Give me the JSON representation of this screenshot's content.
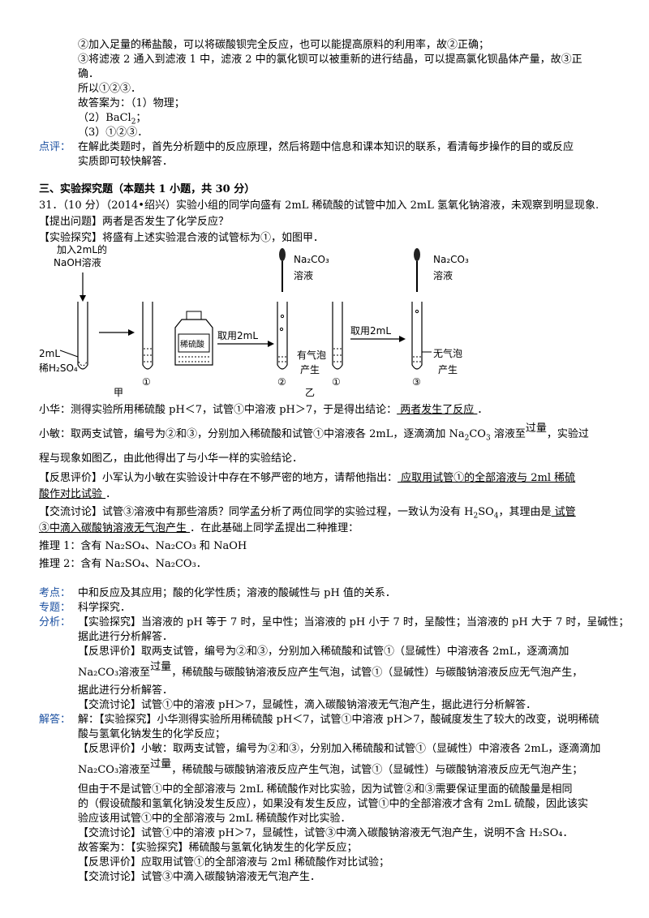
{
  "top": {
    "l1": "②加入足量的稀盐酸，可以将碳酸钡完全反应，也可以能提高原料的利用率，故②正确；",
    "l2": "③将滤液 2 通入到滤液 1 中，滤液 2 中的氯化钡可以被重新的进行结晶，可以提高氯化钡晶体产量，故③正",
    "l3": "确．",
    "l4": "所以①②③．",
    "l5": "故答案为：（1）物理；",
    "l6a": "（2）BaCl",
    "l6b": "2",
    "l6c": "；",
    "l7": "（3）①②③．",
    "review_label": "点评：",
    "review1": "在解此类题时，首先分析题中的反应原理，然后将题中信息和课本知识的联系，看清每步操作的目的或反应",
    "review2": "实质即可较快解答．"
  },
  "section": {
    "title": "三、实验探究题（本题共 1 小题，共 30 分）"
  },
  "q": {
    "l1": "31．（10 分）（2014•绍兴）实验小组的同学向盛有 2mL 稀硫酸的试管中加入 2mL 氢氧化钠溶液，未观察到明显现象.",
    "l2": "【提出问题】两者是否发生了化学反应？",
    "l3": "【实验探究】将盛有上述实验混合液的试管标为①，如图甲．",
    "xh_pre": "小华：测得实验所用稀硫酸 pH＜7，试管①中溶液 pH＞7，于是得出结论：",
    "xh_ans": "  两者发生了反应  ",
    "xh_post": "．",
    "xm_a": "小敏：取两支试管，编号为②和③，分别加入稀硫酸和试管①中溶液各 2mL，逐滴滴加 Na",
    "xm_b": "2",
    "xm_c": "CO",
    "xm_d": "3",
    "xm_e": " 溶液至",
    "xm_guo": "过",
    "xm_liang": "量",
    "xm_f": "，实验过",
    "xm2": "程与现象如图乙，由此他得出了与小华一样的实验结论．",
    "fs_pre": "【反思评价】小军认为小敏在实验设计中存在不够严密的地方，请帮他指出：",
    "fs_ans1": "  应取用试管①的全部溶液与 2ml 稀硫",
    "fs_ans2": "酸作对比试验  ",
    "fs_post": "．",
    "jl_pre": "【交流讨论】试管③溶液中有那些溶质？同学孟分析了两位同学的实验过程，一致认为没有 H",
    "jl_sub": "2",
    "jl_mid": "SO",
    "jl_sub2": "4",
    "jl_post": "，其理由是",
    "jl_ans1": "  试管",
    "jl_ans2": "③中滴入碳酸钠溶液无气泡产生  ",
    "jl_post2": "．在此基础上同学孟提出二种推理：",
    "tl1": "推理 1：含有 Na₂SO₄、Na₂CO₃ 和 NaOH",
    "tl2": "推理 2：含有 Na₂SO₄、Na₂CO₃．"
  },
  "figure": {
    "add_label1": "加入2mL的",
    "add_label2": "NaOH溶液",
    "tube_left1": "2mL",
    "tube_left2": "稀H₂SO₄",
    "circ1": "①",
    "bottle_label": "稀硫酸",
    "take1": "取用2mL",
    "na2co3_a": "Na₂CO₃",
    "na2co3_b": "溶液",
    "circ2": "②",
    "has_bubble1": "有气泡",
    "has_bubble2": "产生",
    "circ1b": "①",
    "take2": "取用2mL",
    "na2co3_c": "Na₂CO₃",
    "na2co3_d": "溶液",
    "circ3": "③",
    "no_bubble1": "无气泡",
    "no_bubble2": "产生",
    "jia": "甲",
    "yi": "乙"
  },
  "analysis": {
    "kd_label": "考点：",
    "kd": "中和反应及其应用；酸的化学性质；溶液的酸碱性与 pH 值的关系．",
    "zt_label": "专题：",
    "zt": "科学探究．",
    "fx_label": "分析：",
    "fx1": "【实验探究】当溶液的 pH 等于 7 时，呈中性；当溶液的 pH 小于 7 时，呈酸性；当溶液的 pH 大于 7 时，呈碱性；",
    "fx2": "据此进行分析解答．",
    "fx3": "【反思评价】取两支试管，编号为②和③，分别加入稀硫酸和试管①（显碱性）中溶液各 2mL，逐滴滴加",
    "fx4a": "Na₂CO₃溶液至",
    "fx4guo": "过",
    "fx4liang": "量",
    "fx4b": "，稀硫酸与碳酸钠溶液反应产生气泡，试管①（显碱性）与碳酸钠溶液反应无气泡产生，",
    "fx5": "据此进行分析解答．",
    "fx6": "【交流讨论】试管①中的溶液 pH＞7，显碱性，滴入碳酸钠溶液无气泡产生，据此进行分析解答．",
    "jd_label": "解答：",
    "jd1": "解：【实验探究】小华测得实验所用稀硫酸 pH＜7，试管①中溶液 pH＞7，酸碱度发生了较大的改变，说明稀硫",
    "jd2": "酸与氢氧化钠发生的化学反应；",
    "jd3": "【反思评价】小敏：取两支试管，编号为②和③，分别加入稀硫酸和试管①（显碱性）中溶液各 2mL，逐滴滴加",
    "jd4a": "Na₂CO₃溶液至",
    "jd4guo": "过",
    "jd4liang": "量",
    "jd4b": "，稀硫酸与碳酸钠溶液反应产生气泡，试管①（显碱性）与碳酸钠溶液反应无气泡产生；",
    "jd5": "但由于不是试管①中的全部溶液与 2mL 稀硫酸作对比实验，因为试管②和③需要保证里面的硫酸量是相同",
    "jd6": "的（假设硫酸和氢氧化钠没发生反应），如果没有发生反应，试管①中的全部溶液才含有 2mL 硫酸，因此该实",
    "jd7": "验应该用试管①中的全部溶液与 2mL 稀硫酸作对比实验．",
    "jd8": "【交流讨论】试管①中的溶液 pH＞7，显碱性，试管③中滴入碳酸钠溶液无气泡产生，说明不含 H₂SO₄．",
    "jd9": "故答案为：【实验探究】稀硫酸与氢氧化钠发生的化学反应；",
    "jd10": "【反思评价】应取用试管①的全部溶液与 2ml 稀硫酸作对比试验；",
    "jd11": "【交流讨论】试管③中滴入碳酸钠溶液无气泡产生．"
  }
}
